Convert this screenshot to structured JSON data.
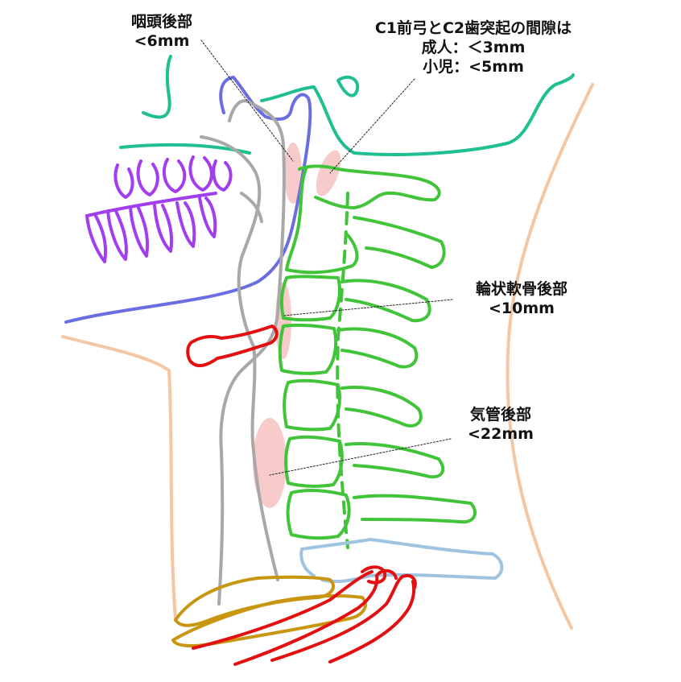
{
  "labels": {
    "pharynx": {
      "title": "咽頭後部",
      "value": "<6mm"
    },
    "atlanto_dens": {
      "title": "C1前弓とC2歯突起の間隙は",
      "adult": "成人：＜3mm",
      "child": "小児：<5mm"
    },
    "cricoid": {
      "title": "輪状軟骨後部",
      "value": "<10mm"
    },
    "trachea": {
      "title": "気管後部",
      "value": "<22mm"
    }
  },
  "colors": {
    "airway": "#a8a8a8",
    "mandible": "#6a6ee0",
    "skull": "#1fbf92",
    "teeth": "#a23ef0",
    "spine": "#42c43a",
    "hyoid_ribs": "#e21010",
    "clavicle": "#c89610",
    "scapula": "#9ec4e2",
    "skin": "#f4c7a4",
    "soft_tissue_highlight": "#f7c2c2"
  }
}
